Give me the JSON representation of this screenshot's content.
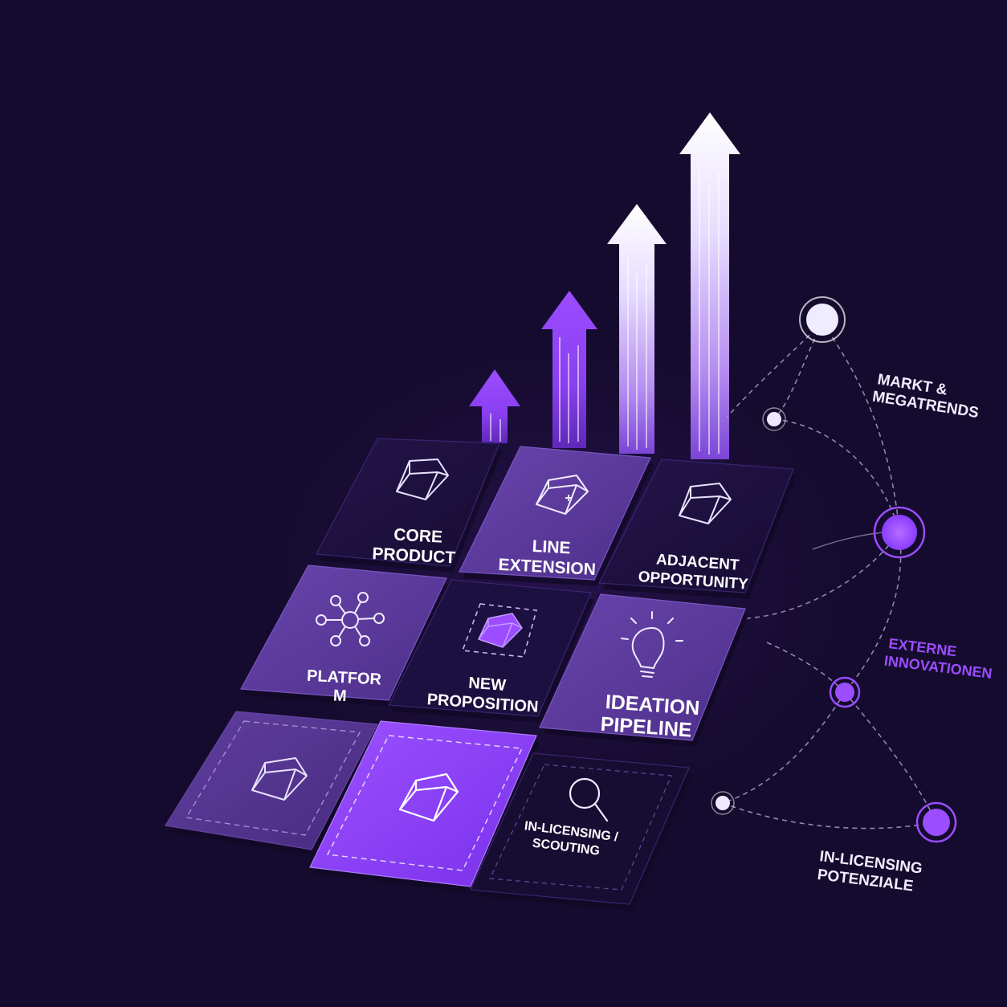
{
  "colors": {
    "background": "#150b2e",
    "accent": "#9b4dff",
    "accent_light": "#b98cff",
    "tile_dark": "#1f1240",
    "tile_mid": "#5b3a9a",
    "tile_bright": "#8a3dff",
    "network_line": "#a89bc4",
    "label_light": "#f0ecff",
    "label_accent": "#9b4dff"
  },
  "tiles": {
    "core_product": [
      "CORE",
      "PRODUCT"
    ],
    "line_extension": [
      "LINE",
      "EXTENSION"
    ],
    "adjacent_opportunity": [
      "ADJACENT",
      "OPPORTUNITY"
    ],
    "platform": [
      "PLATFOR",
      "M"
    ],
    "new_proposition": [
      "NEW",
      "PROPOSITION"
    ],
    "ideation_pipeline": [
      "IDEATION",
      "PIPELINE"
    ],
    "in_licensing_scouting": [
      "IN-LICENSING /",
      "SCOUTING"
    ]
  },
  "icons": {
    "core_product": "cube-icon",
    "line_extension": "cube-plus-icon",
    "adjacent_opportunity": "cube-icon",
    "platform": "network-hub-icon",
    "new_proposition": "cube-filled-icon",
    "ideation_pipeline": "lightbulb-icon",
    "blank_left": "cube-icon",
    "blank_center": "cube-icon",
    "in_licensing_scouting": "magnifier-icon"
  },
  "network": {
    "markt_megatrends": [
      "MARKT &",
      "MEGATRENDS"
    ],
    "externe_innovationen": [
      "EXTERNE",
      "INNOVATIONEN"
    ],
    "in_licensing_potenziale": [
      "IN-LICENSING",
      "POTENZIALE"
    ]
  },
  "growth_arrows": [
    {
      "rank": 1,
      "style": "accent"
    },
    {
      "rank": 2,
      "style": "accent"
    },
    {
      "rank": 3,
      "style": "light"
    },
    {
      "rank": 4,
      "style": "light"
    }
  ]
}
